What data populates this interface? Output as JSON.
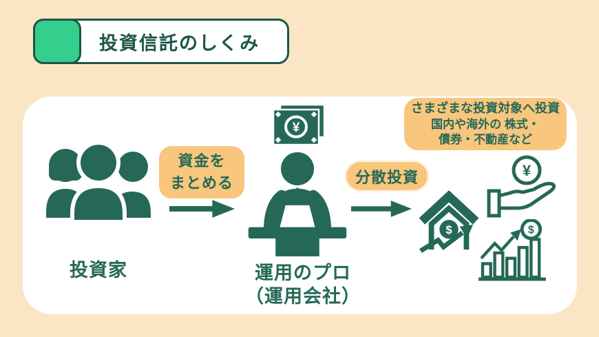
{
  "title": {
    "text": "投資信託のしくみ"
  },
  "colors": {
    "background": "#FAE6C5",
    "panel": "#FFFFFF",
    "accent_green": "#34CE8D",
    "dark_green": "#256857",
    "title_green": "#1D5548",
    "highlight_orange": "#F8C67C"
  },
  "diagram": {
    "investors": {
      "label": "投資家",
      "icon": "investors-group-icon"
    },
    "flow_pool": {
      "line1": "資金を",
      "line2": "まとめる"
    },
    "arrow1": {
      "icon": "arrow-right-icon"
    },
    "manager": {
      "label_line1": "運用のプロ",
      "label_line2": "（運用会社）",
      "icon": "fund-manager-desk-icon",
      "money_icon": "banknote-yen-icon"
    },
    "flow_diversify": {
      "label": "分散投資"
    },
    "arrow2": {
      "icon": "arrow-right-icon"
    },
    "targets": {
      "note_line1": "さまざまな投資対象へ投資",
      "note_line2": "国内や海外の 株式・",
      "note_line3": "債券・不動産など",
      "icons": [
        "house-dollar-icon",
        "hand-yen-coin-icon",
        "growth-chart-dollar-icon"
      ]
    },
    "currency": {
      "yen_symbol": "¥",
      "dollar_symbol": "$"
    }
  }
}
